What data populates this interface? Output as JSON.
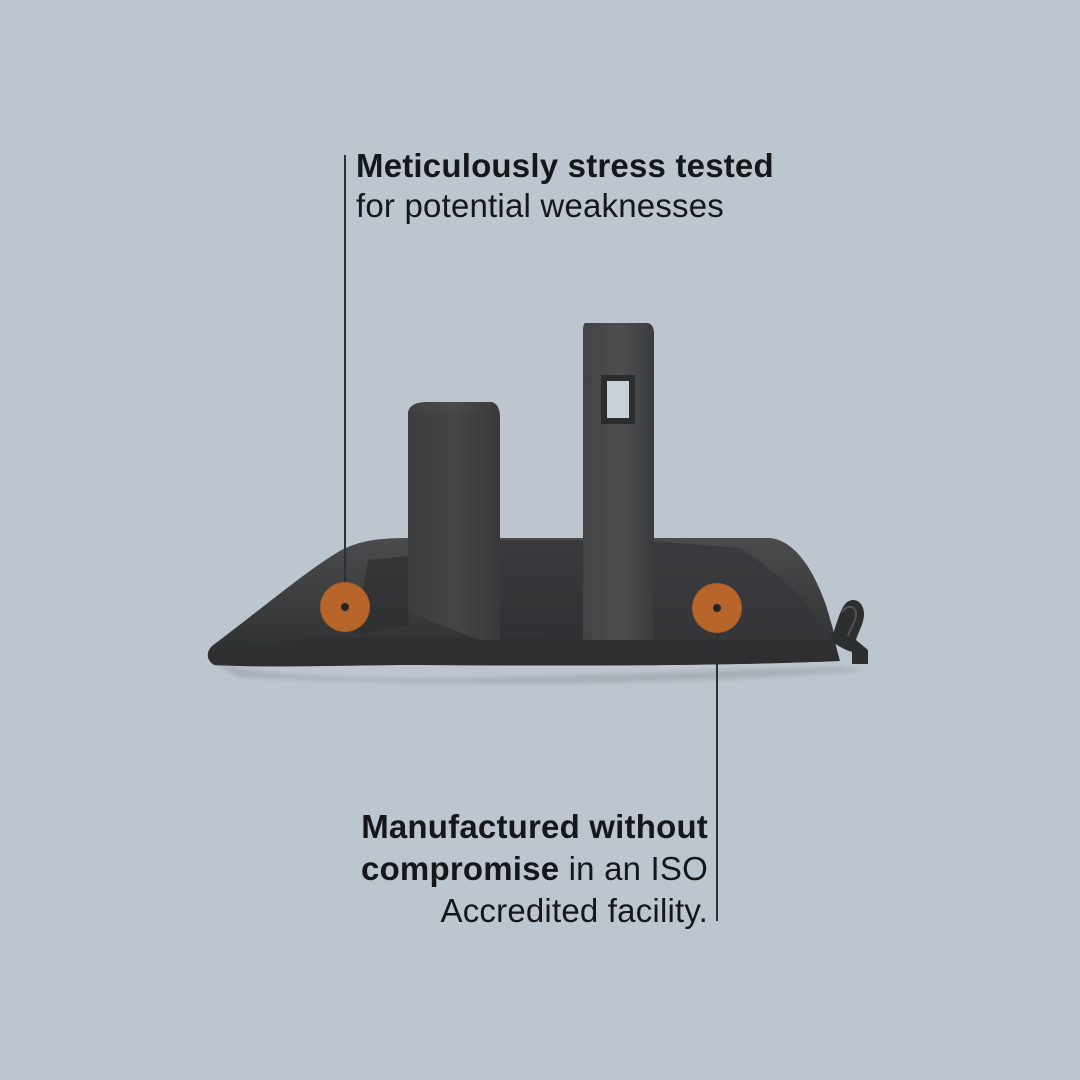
{
  "callouts": {
    "top": {
      "strong": "Meticulously stress tested",
      "rest": "for potential weaknesses"
    },
    "bottom": {
      "line1_strong": "Manufactured without",
      "line2_strong": "compromise",
      "line2_normal": " in an ISO",
      "line3_normal": "Accredited facility."
    }
  },
  "colors": {
    "background": "#bdc6cf",
    "dot": "#b8652b",
    "product": "#3c3d3f",
    "text": "#15171a"
  },
  "icons": {
    "product": "dark-plastic-bracket"
  }
}
